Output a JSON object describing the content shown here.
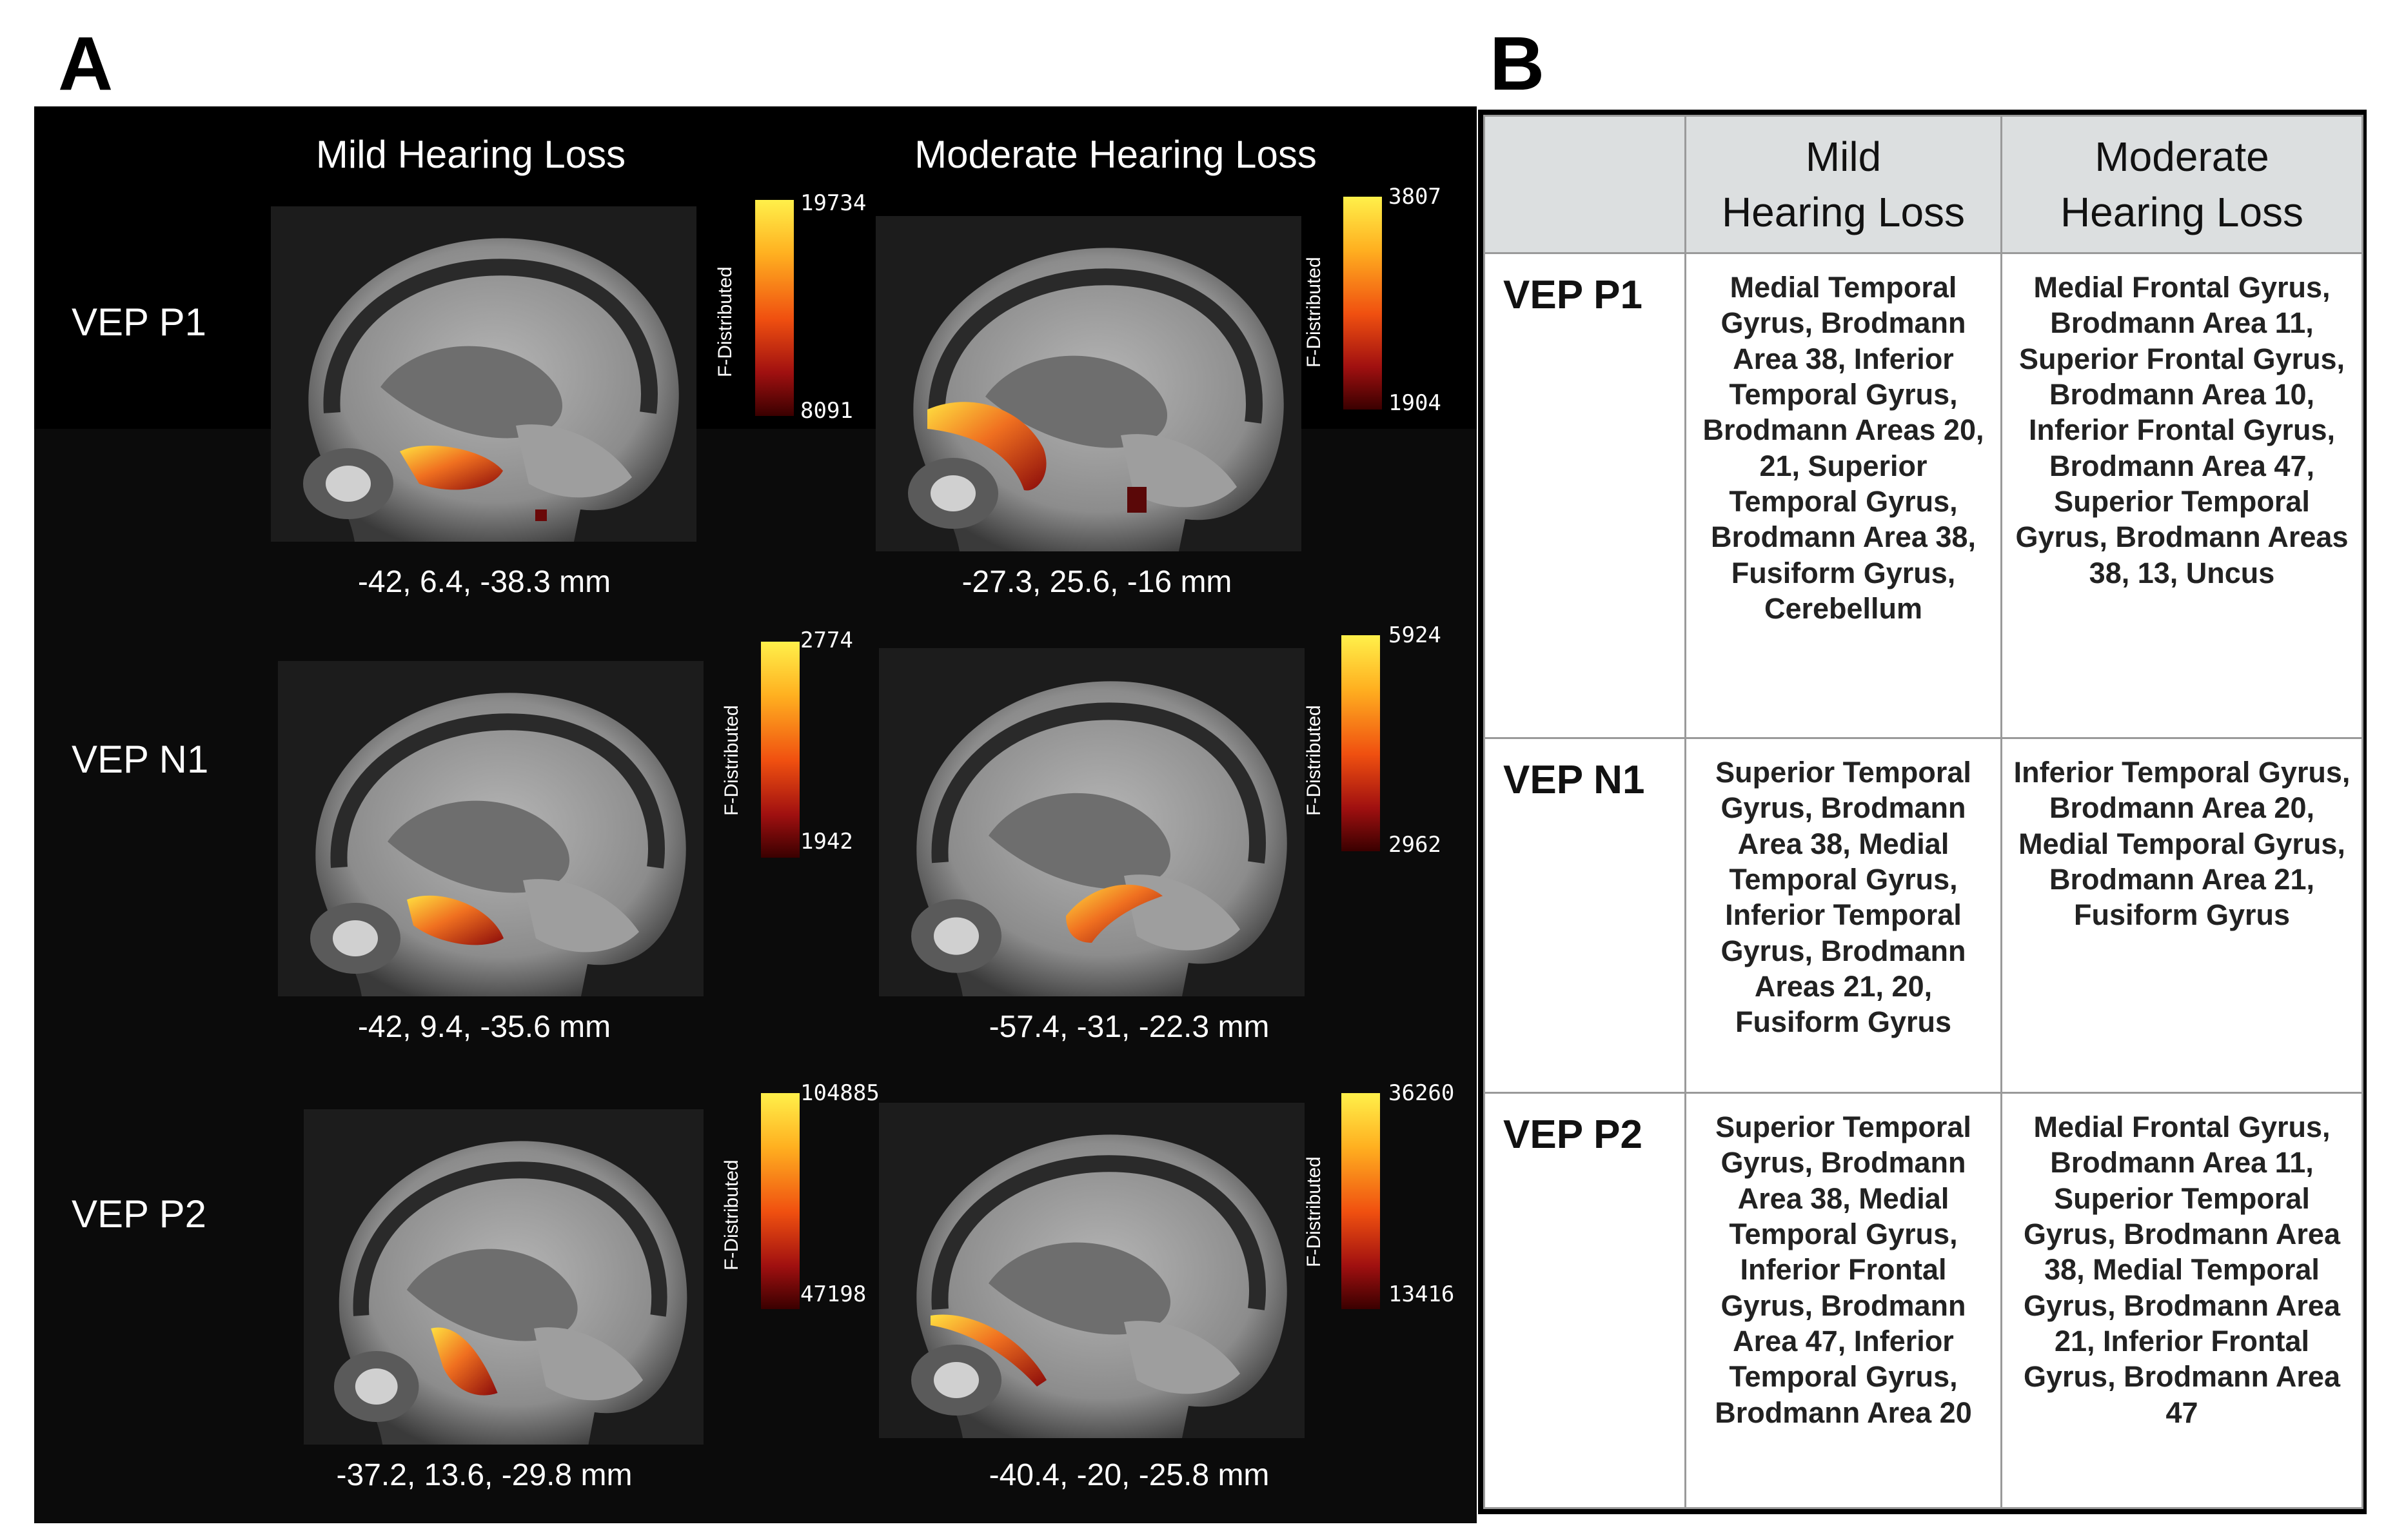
{
  "panels": {
    "a_label": "A",
    "b_label": "B"
  },
  "panel_a": {
    "columns": [
      "Mild Hearing Loss",
      "Moderate Hearing Loss"
    ],
    "colorbar_label": "F-Distributed",
    "rows": [
      {
        "label": "VEP P1",
        "mild": {
          "coords": "-42, 6.4, -38.3 mm",
          "max": "19734",
          "min": "8091"
        },
        "moderate": {
          "coords": "-27.3, 25.6, -16 mm",
          "max": "3807",
          "min": "1904"
        }
      },
      {
        "label": "VEP N1",
        "mild": {
          "coords": "-42, 9.4, -35.6 mm",
          "max": "2774",
          "min": "1942"
        },
        "moderate": {
          "coords": "-57.4, -31, -22.3 mm",
          "max": "5924",
          "min": "2962"
        }
      },
      {
        "label": "VEP P2",
        "mild": {
          "coords": "-37.2, 13.6, -29.8 mm",
          "max": "104885",
          "min": "47198"
        },
        "moderate": {
          "coords": "-40.4, -20, -25.8 mm",
          "max": "36260",
          "min": "13416"
        }
      }
    ]
  },
  "panel_b": {
    "headers": [
      "",
      "Mild\nHearing Loss",
      "Moderate\nHearing Loss"
    ],
    "rows": [
      {
        "label": "VEP P1",
        "mild": "Medial Temporal Gyrus, Brodmann Area 38, Inferior Temporal Gyrus, Brodmann Areas 20, 21, Superior Temporal Gyrus, Brodmann Area 38, Fusiform Gyrus, Cerebellum",
        "moderate": "Medial Frontal Gyrus, Brodmann Area 11, Superior Frontal Gyrus, Brodmann Area 10, Inferior Frontal Gyrus, Brodmann Area 47, Superior Temporal Gyrus, Brodmann Areas 38, 13, Uncus"
      },
      {
        "label": "VEP N1",
        "mild": "Superior Temporal Gyrus, Brodmann Area 38, Medial Temporal Gyrus, Inferior Temporal Gyrus, Brodmann Areas 21, 20, Fusiform Gyrus",
        "moderate": "Inferior Temporal Gyrus, Brodmann Area 20, Medial Temporal Gyrus, Brodmann Area 21, Fusiform Gyrus"
      },
      {
        "label": "VEP P2",
        "mild": "Superior Temporal Gyrus, Brodmann Area 38, Medial Temporal Gyrus, Inferior Frontal Gyrus, Brodmann Area 47, Inferior Temporal Gyrus, Brodmann Area 20",
        "moderate": "Medial Frontal Gyrus, Brodmann Area 11, Superior Temporal Gyrus, Brodmann Area 38, Medial Temporal Gyrus, Brodmann Area 21, Inferior Frontal Gyrus, Brodmann Area 47"
      }
    ]
  }
}
